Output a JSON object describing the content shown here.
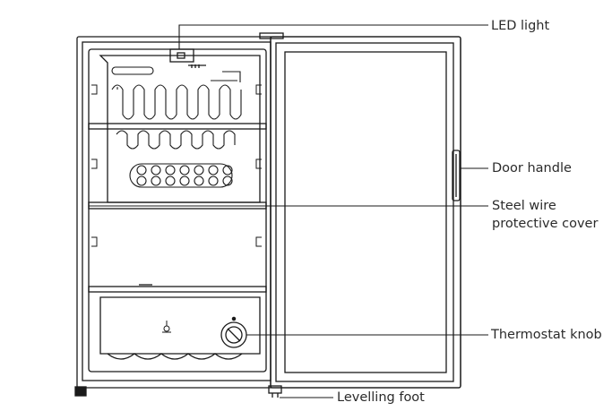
{
  "labels": {
    "led_light": "LED light",
    "door_handle": "Door handle",
    "steel_wire_line1": "Steel wire",
    "steel_wire_line2": "protective cover",
    "thermostat_knob": "Thermostat knob",
    "levelling_foot": "Levelling foot"
  },
  "colors": {
    "line": "#1a1a1a",
    "text": "#2b2b2b",
    "background": "#ffffff"
  }
}
